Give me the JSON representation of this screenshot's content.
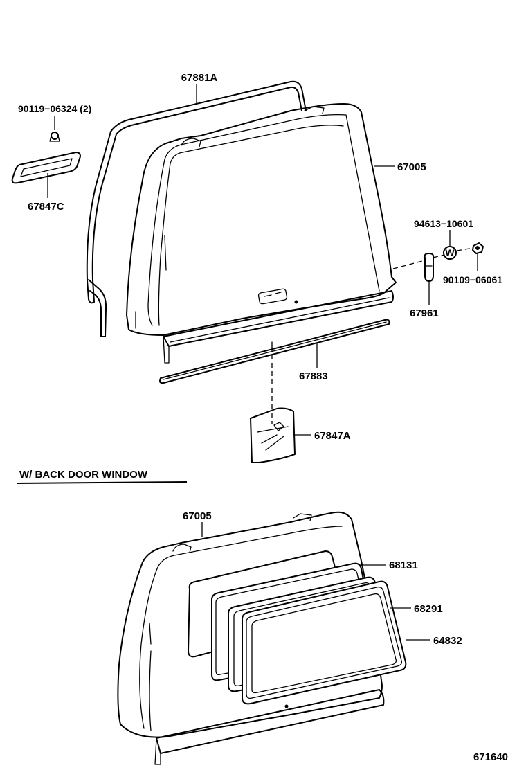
{
  "callouts": {
    "p67881A": "67881A",
    "p90119": "90119−06324 (2)",
    "p67847C": "67847C",
    "p67005_top": "67005",
    "p94613": "94613−10601",
    "p90109": "90109−06061",
    "p67961": "67961",
    "p67883": "67883",
    "p67847A": "67847A",
    "p67005_bottom": "67005",
    "p68131": "68131",
    "p68291": "68291",
    "p64832": "64832"
  },
  "section_title": "W/ BACK  DOOR  WINDOW",
  "figure_number": "671640",
  "symbols": {
    "washer": "W"
  }
}
